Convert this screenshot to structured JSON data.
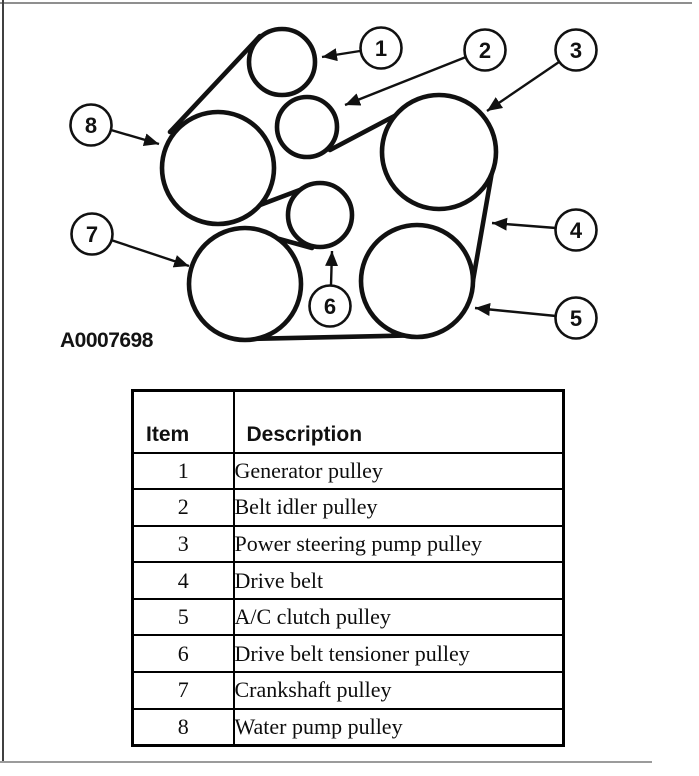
{
  "colors": {
    "background": "#ffffff",
    "ink": "#111111",
    "table_border": "#000000",
    "frame_top": "#8f8f8f",
    "frame_left": "#404040",
    "bottom_rule": "#9b9b9b"
  },
  "diagram": {
    "figure_code": "A0007698",
    "callout_numbers": [
      "1",
      "2",
      "3",
      "4",
      "5",
      "6",
      "7",
      "8"
    ]
  },
  "table": {
    "headers": {
      "item": "Item",
      "description": "Description"
    },
    "rows": [
      {
        "item": "1",
        "description": "Generator pulley"
      },
      {
        "item": "2",
        "description": "Belt idler pulley"
      },
      {
        "item": "3",
        "description": "Power steering pump pulley"
      },
      {
        "item": "4",
        "description": "Drive belt"
      },
      {
        "item": "5",
        "description": "A/C clutch pulley"
      },
      {
        "item": "6",
        "description": "Drive belt tensioner pulley"
      },
      {
        "item": "7",
        "description": "Crankshaft pulley"
      },
      {
        "item": "8",
        "description": "Water pump pulley"
      }
    ]
  }
}
